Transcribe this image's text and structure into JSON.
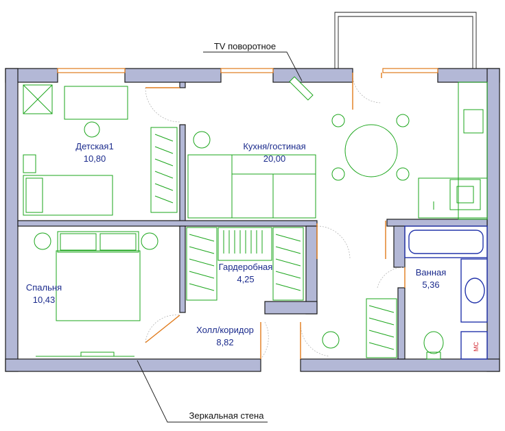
{
  "rooms": [
    {
      "name": "Детская1",
      "area": "10,80"
    },
    {
      "name": "Кухня/гостиная",
      "area": "20,00"
    },
    {
      "name": "Спальня",
      "area": "10,43"
    },
    {
      "name": "Гардеробная",
      "area": "4,25"
    },
    {
      "name": "Ванная",
      "area": "5,36"
    },
    {
      "name": "Холл/коридор",
      "area": "8,82"
    }
  ],
  "annotations": {
    "tv": "TV поворотное",
    "mirror_wall": "Зеркальная стена",
    "wc_box": "МС"
  },
  "colors": {
    "wall": "#b3b8d6",
    "furniture": "#1aa51a",
    "room_text": "#1a2a8c",
    "windows": "#e07a1a",
    "plumbing": "#2233aa"
  }
}
